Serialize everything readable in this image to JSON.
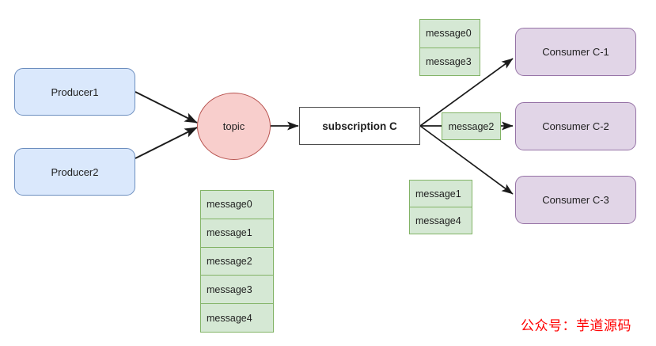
{
  "diagram": {
    "title": "Pulsar subscription C fan-out diagram",
    "colors": {
      "producer_fill": "#dae8fc",
      "producer_stroke": "#6c8ebf",
      "topic_fill": "#f8cecc",
      "topic_stroke": "#b85450",
      "subscription_fill": "#ffffff",
      "subscription_stroke": "#4d4d4d",
      "consumer_fill": "#e1d5e7",
      "consumer_stroke": "#9673a6",
      "message_fill": "#d5e8d4",
      "message_stroke": "#82b366",
      "edge_stroke": "#1a1a1a",
      "watermark": "#ff0000"
    },
    "producers": [
      {
        "label": "Producer1"
      },
      {
        "label": "Producer2"
      }
    ],
    "topic": {
      "label": "topic"
    },
    "subscription": {
      "label": "subscription C"
    },
    "consumers": [
      {
        "label": "Consumer C-1"
      },
      {
        "label": "Consumer C-2"
      },
      {
        "label": "Consumer C-3"
      }
    ],
    "topic_queue": {
      "messages": [
        "message0",
        "message1",
        "message2",
        "message3",
        "message4"
      ]
    },
    "consumer_queues": [
      {
        "for": "Consumer C-1",
        "messages": [
          "message0",
          "message3"
        ]
      },
      {
        "for": "Consumer C-2",
        "messages": [
          "message2"
        ]
      },
      {
        "for": "Consumer C-3",
        "messages": [
          "message1",
          "message4"
        ]
      }
    ],
    "watermark": {
      "text": "公众号：芋道源码"
    }
  }
}
